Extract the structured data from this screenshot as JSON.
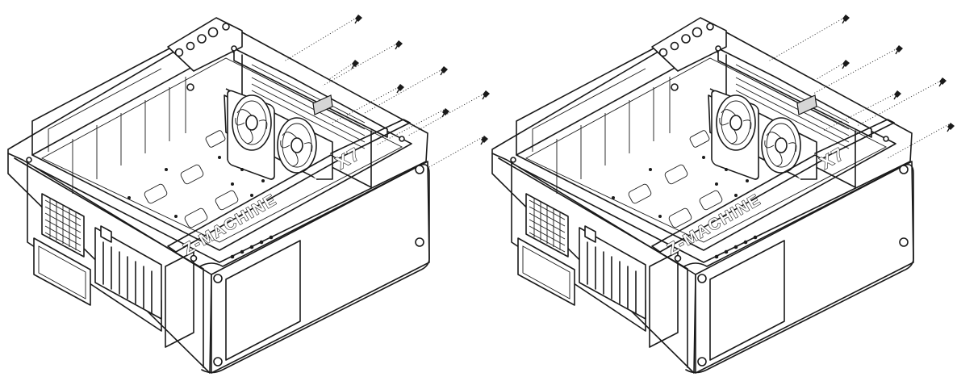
{
  "panels": [
    {
      "brand": "Z-MACHINE",
      "model": "X7"
    },
    {
      "brand": "Z-MACHINE",
      "model": "X7"
    }
  ]
}
